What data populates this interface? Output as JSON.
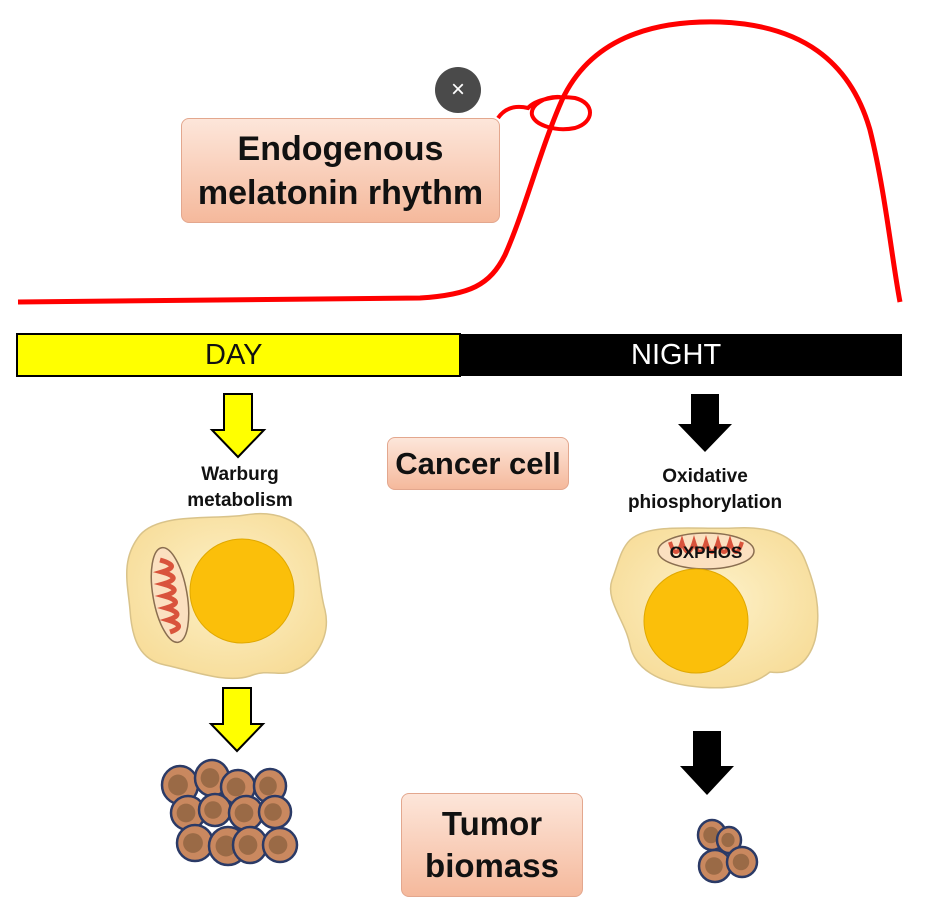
{
  "labels": {
    "melatonin": [
      "Endogenous",
      "melatonin rhythm"
    ],
    "day": "DAY",
    "night": "NIGHT",
    "cancer_cell": "Cancer cell",
    "warburg": [
      "Warburg",
      "metabolism"
    ],
    "oxidative": [
      "Oxidative",
      "phiosphorylation"
    ],
    "oxphos": "OXPHOS",
    "tumor": [
      "Tumor",
      "biomass"
    ]
  },
  "close_button": {
    "glyph": "×",
    "icon": "close-icon"
  },
  "colors": {
    "curve": "#ff0000",
    "day_bar": "#ffff00",
    "night_bar": "#000000",
    "cell_body": "#fbe3a2",
    "nucleus": "#fbbf0a",
    "tumor_cell": "#c9885f",
    "tumor_nucleus": "#9a6a46",
    "day_arrow": "#ffff00",
    "night_arrow": "#000000"
  }
}
